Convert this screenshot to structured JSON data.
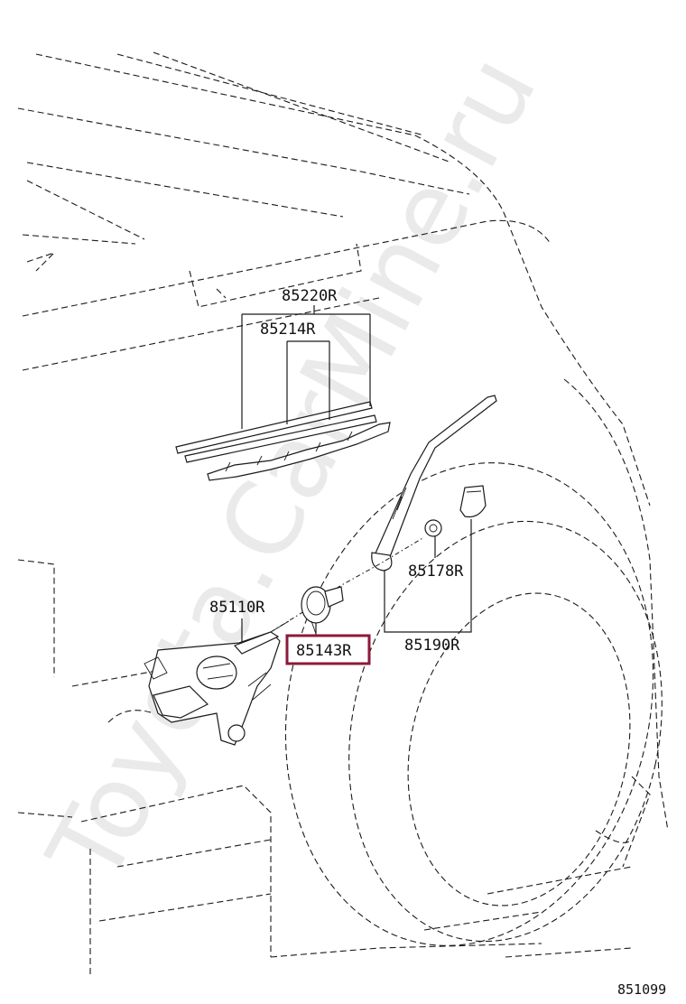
{
  "watermark": "Toyota.CarMine.ru",
  "diagram_code": "851099",
  "highlight_color": "#8b1a3a",
  "parts": [
    {
      "id": "p85220",
      "label": "85220R"
    },
    {
      "id": "p85214",
      "label": "85214R"
    },
    {
      "id": "p85178",
      "label": "85178R"
    },
    {
      "id": "p85110",
      "label": "85110R"
    },
    {
      "id": "p85143",
      "label": "85143R",
      "highlighted": true
    },
    {
      "id": "p85190",
      "label": "85190R"
    }
  ]
}
